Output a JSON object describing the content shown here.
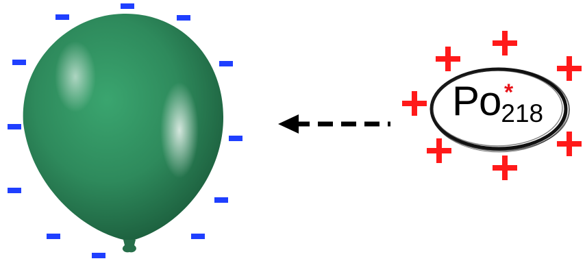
{
  "atom": {
    "symbol": "Po",
    "mass_number": "218",
    "excited_marker": "*"
  },
  "charges": {
    "balloon_charge_symbol": "−",
    "atom_charge_symbol": "+",
    "balloon_charge_count": 12,
    "atom_charge_count": 7
  },
  "colors": {
    "balloon": "#2e8a5c",
    "negative_charge": "#1f3fff",
    "positive_charge": "#ff1a1a",
    "arrow": "#000000",
    "atom_outline": "#111111",
    "excited_marker": "#e8141a"
  },
  "arrow": {
    "style": "dashed",
    "direction": "left"
  }
}
